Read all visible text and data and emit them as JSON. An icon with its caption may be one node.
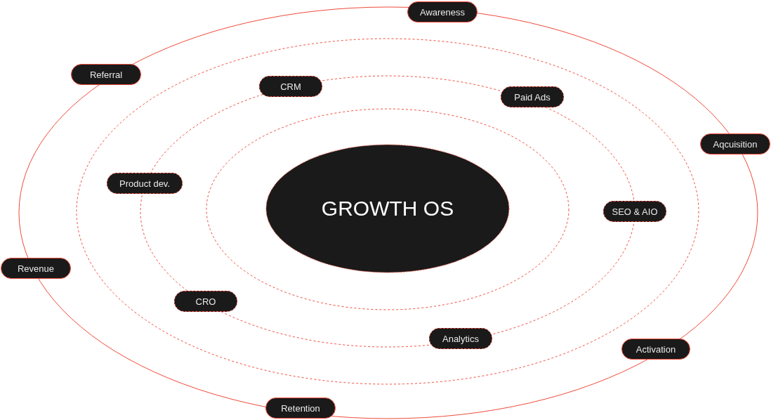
{
  "diagram": {
    "nodes": [
      {
        "text": [
          "GROWTH OS"
        ]
      },
      {
        "text": [
          "Awareness"
        ]
      },
      {
        "text": [
          "Referral"
        ]
      },
      {
        "text": [
          "CRM"
        ]
      },
      {
        "text": [
          "Paid Ads"
        ]
      },
      {
        "text": [
          "Aqcuisition"
        ]
      },
      {
        "text": [
          "Product dev."
        ]
      },
      {
        "text": [
          "SEO & AIO"
        ]
      },
      {
        "text": [
          "Revenue"
        ]
      },
      {
        "text": [
          "CRO"
        ]
      },
      {
        "text": [
          "Analytics"
        ]
      },
      {
        "text": [
          "Activation"
        ]
      },
      {
        "text": [
          "Retention"
        ]
      }
    ],
    "edges": []
  }
}
